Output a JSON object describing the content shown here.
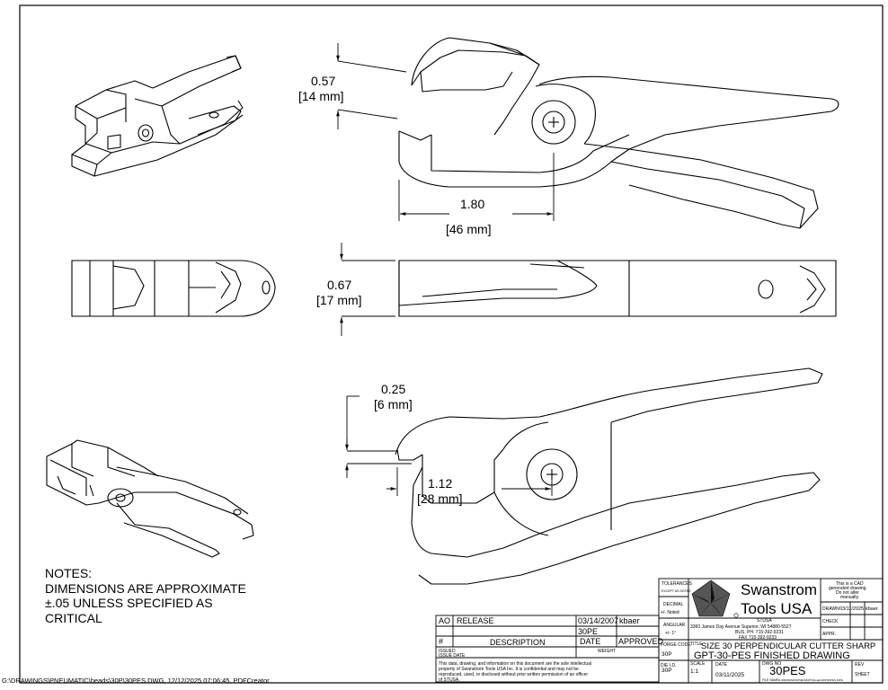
{
  "dimensions": {
    "jaw_opening_in": "0.57",
    "jaw_opening_mm": "[14 mm]",
    "jaw_length_in": "1.80",
    "jaw_length_mm": "[46 mm]",
    "thickness_in": "0.67",
    "thickness_mm": "[17 mm]",
    "offset_in": "0.25",
    "offset_mm": "[6 mm]",
    "blade_length_in": "1.12",
    "blade_length_mm": "[28 mm]"
  },
  "notes": {
    "heading": "NOTES:",
    "line1": "DIMENSIONS ARE APPROXIMATE",
    "line2": "±.05 UNLESS SPECIFIED AS",
    "line3": "CRITICAL"
  },
  "revision_block": {
    "row_rev": "AO",
    "row_desc": "RELEASE",
    "row_date": "03/14/2007",
    "row_by": "kbaer",
    "row2_date": "30PE",
    "hdr_rev": "#",
    "hdr_desc": "DESCRIPTION",
    "hdr_date": "DATE",
    "hdr_approved": "APPROVED",
    "issued": "ISSUED",
    "issue_date": "ISSUE DATE",
    "weight": "WEIGHT",
    "disclaimer1": "This data, drawing, and information on this document are the sole intellectual",
    "disclaimer2": "property of Swanstrom Tools USA Inc.  It is confidential and may not be",
    "disclaimer3": "reproduced, used, or disclosed without prior written permission of an officer",
    "disclaimer4": "of STUSA."
  },
  "title_block": {
    "tolerances": "TOLERANCES",
    "tol_sub": "EXCEPT AS NOTED",
    "decimal": "DECIMAL",
    "decimal_val": "+/- Noted",
    "angular": "ANGULAR",
    "angular_val": "+/- 1°",
    "company_line1": "Swanstrom",
    "company_line2": "Tools USA",
    "company_abbr": "STUSA",
    "address1": "3360 James Day Avenue Superior, WI 54880-5527",
    "address2": "BUS. PH. 715-392-9231",
    "address3": "FAX  715-392-9233",
    "cad_note1": "This is a CAD",
    "cad_note2": "generated drawing.",
    "cad_note3": "Do not alter",
    "cad_note4": "manually.",
    "drawn_label": "DRAWN",
    "drawn_date": "03/11/2025",
    "drawn_by": "kbaer",
    "check_label": "CHECK",
    "appr_label": "APPR.",
    "forge_code_label": "FORGE CODE",
    "forge_code": "30P",
    "title_label": "TITLE",
    "title_line1": "SIZE 30 PERPENDICULAR  CUTTER SHARP",
    "title_line2": "GPT-30-PES FINISHED DRAWING",
    "die_label": "DIE I.D.",
    "die_value": "30P",
    "scale_label": "SCALE",
    "scale_value": "1:1",
    "date_label": "DATE",
    "date_value": "03/11/2025",
    "dwg_label": "DWG NO",
    "dwg_value": "30PES",
    "rev_label": "REV",
    "sheet_label": "SHEET",
    "file_name_label": "FILE NAME",
    "file_name_value": "G:\\DRAWINGS\\PNEUMATIC\\heads\\30P\\30PES.DWG"
  },
  "footer": {
    "path": "G:\\DRAWINGS\\PNEUMATIC\\heads\\30P\\30PES.DWG, 12/12/2025 07:06:45, PDFCreator"
  }
}
